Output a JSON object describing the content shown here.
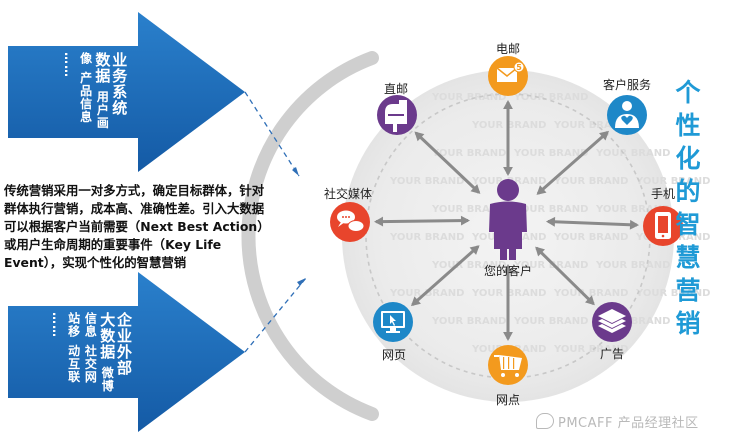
{
  "left_arrows": [
    {
      "main": [
        "业务系统",
        "数据"
      ],
      "sub": [
        "用户画像",
        "产品信息",
        "……"
      ]
    },
    {
      "main": [
        "企业外部",
        "大数据"
      ],
      "sub": [
        "微博信息",
        "社交网站移",
        "动互联",
        "……"
      ]
    }
  ],
  "description": "传统营销采用一对多方式，确定目标群体，针对群体执行营销，成本高、准确性差。引入大数据可以根据客户当前需要（Next Best Action）或用户生命周期的重要事件（Key Life Event），实现个性化的智慧营销",
  "center": {
    "label": "您的客户",
    "icon": "customer-person-icon"
  },
  "channels": [
    {
      "id": "email",
      "label": "电邮",
      "icon": "envelope-icon",
      "badge": "5",
      "color": "#f39a1e"
    },
    {
      "id": "customer-service",
      "label": "客户服务",
      "icon": "service-heart-icon",
      "color": "#1e88c8"
    },
    {
      "id": "mobile",
      "label": "手机",
      "icon": "mobile-phone-icon",
      "color": "#e8452c"
    },
    {
      "id": "ads",
      "label": "广告",
      "icon": "stacked-layers-icon",
      "color": "#6b3a8c"
    },
    {
      "id": "web-outlets",
      "label": "网点",
      "icon": "shopping-cart-icon",
      "color": "#f39a1e"
    },
    {
      "id": "webpage",
      "label": "网页",
      "icon": "monitor-cursor-icon",
      "color": "#1e88c8"
    },
    {
      "id": "social-media",
      "label": "社交媒体",
      "icon": "chat-bubbles-icon",
      "color": "#e8452c"
    },
    {
      "id": "direct-mail",
      "label": "直邮",
      "icon": "mailbox-icon",
      "color": "#6b3a8c"
    }
  ],
  "title_vertical": [
    "个",
    "性",
    "化",
    "的",
    "智",
    "慧",
    "营",
    "销"
  ],
  "background_watermark": "YOUR BRAND",
  "watermark": "PMCAFF 产品经理社区",
  "colors": {
    "arrow_blue": "#1e6bb8",
    "title_blue": "#1f9ad6",
    "arc_gray": "#cfcfcf",
    "link_gray": "#8a8a8a",
    "person_purple": "#6b3a8c"
  }
}
